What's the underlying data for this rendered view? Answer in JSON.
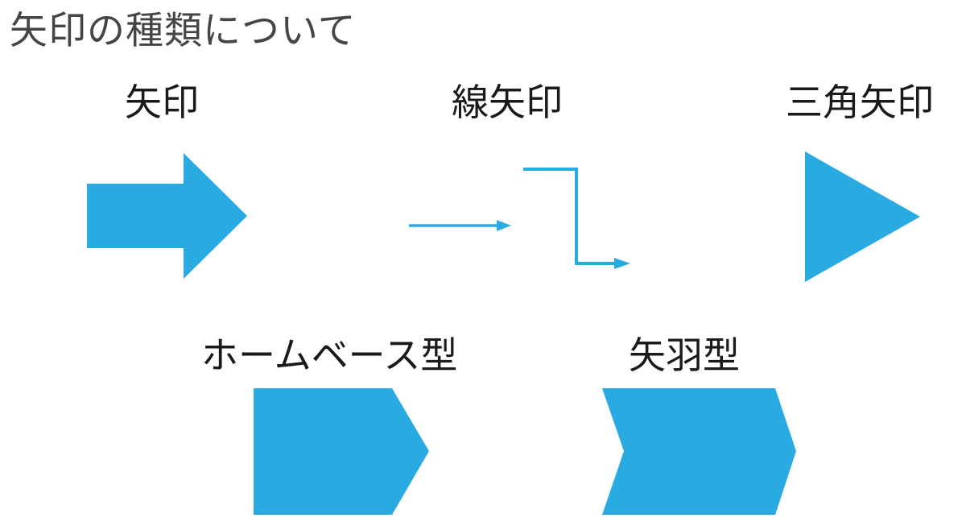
{
  "title": "矢印の種類について",
  "colors": {
    "background": "#ffffff",
    "accent": "#29abe2",
    "title_text": "#454545",
    "label_text": "#1a1a1a"
  },
  "items": [
    {
      "label": "矢印",
      "shape": "block-arrow"
    },
    {
      "label": "線矢印",
      "shape": "straight-and-elbow-line-arrows"
    },
    {
      "label": "三角矢印",
      "shape": "triangle-arrow"
    },
    {
      "label": "ホームベース型",
      "shape": "home-base-pentagon"
    },
    {
      "label": "矢羽型",
      "shape": "chevron"
    }
  ]
}
